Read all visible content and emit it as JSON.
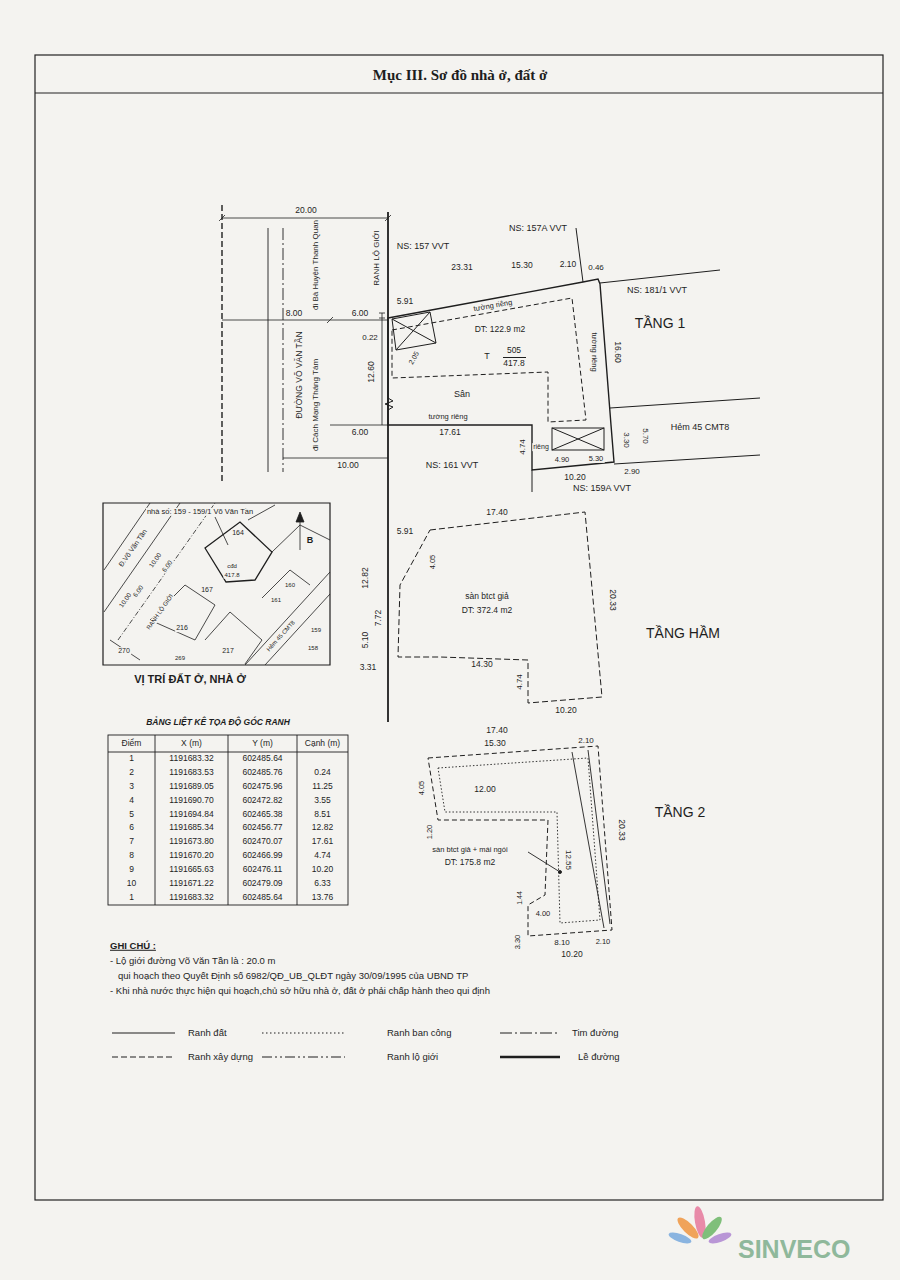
{
  "diagram": {
    "title": "Mục III. Sơ đồ nhà ở, đất ở",
    "nodes": [
      {
        "text": [
          "DT: 122.9 m2",
          "T",
          "505",
          "417.8",
          "Sân"
        ]
      },
      {
        "text": [
          "sàn btct giả",
          "DT: 372.4 m2"
        ]
      },
      {
        "text": [
          "sàn btct giả + mái ngói",
          "DT: 175.8 m2"
        ]
      },
      {
        "text": [
          "nhà số: 159 - 159/1 Võ Văn Tần",
          "VỊ TRÍ ĐẤT Ở, NHÀ Ở"
        ]
      }
    ],
    "labels": [
      "20.00",
      "8.00",
      "6.00",
      "0.22",
      "12.60",
      "6.00",
      "10.00",
      "đi Bà Huyện Thanh Quan",
      "ĐƯỜNG VÕ VĂN TẦN",
      "đi Cách Mạng Tháng Tám",
      "RANH LỘ GIỚI",
      "NS: 157 VVT",
      "NS: 157A VVT",
      "23.31",
      "15.30",
      "2.10",
      "0.46",
      "5.91",
      "tường riêng",
      "2.05",
      "tường riêng",
      "16.60",
      "NS: 181/1 VVT",
      "TẦNG 1",
      "Hẻm 45 CMT8",
      "3.30",
      "5.70",
      "tường riêng",
      "17.61",
      "4.74",
      "riêng",
      "4.90",
      "5.30",
      "2.90",
      "10.20",
      "NS: 161 VVT",
      "NS: 159A VVT",
      "5.91",
      "17.40",
      "4.05",
      "7.72",
      "12.82",
      "5.10",
      "20.33",
      "TẦNG HẦM",
      "3.31",
      "14.30",
      "4.74",
      "10.20",
      "17.40",
      "15.30",
      "2.10",
      "4.05",
      "12.00",
      "1.20",
      "20.33",
      "12.55",
      "1.44",
      "4.00",
      "3.30",
      "8.10",
      "2.10",
      "10.20",
      "TẦNG 2",
      "164",
      "B",
      "Đ.Võ Văn Tần",
      "10.00",
      "6.00",
      "10.00",
      "6.00",
      "167",
      "cđd",
      "417.8",
      "RANH LỘ GIỚI",
      "216",
      "160",
      "161",
      "159",
      "158",
      "Hẻm 45 CMT8",
      "217",
      "270",
      "269",
      "BẢNG LIỆT KÊ TỌA ĐỘ GÓC RANH",
      "GHI CHÚ :",
      "- Lộ giới đường Võ Văn Tần là : 20.0 m",
      "qui hoạch theo Quyết Định số 6982/QĐ_UB_QLĐT ngày 30/09/1995 của UBND TP",
      "- Khi nhà nước thực hiện qui hoạch,chủ sở hữu nhà ở, đất ở phải chấp hành theo qui định",
      "SINVECO",
      "Điểm",
      "X (m)",
      "Y (m)",
      "Cạnh (m)",
      "1",
      "1191683.32",
      "602485.64",
      "2",
      "1191683.53",
      "602485.76",
      "0.24",
      "3",
      "1191689.05",
      "602475.96",
      "11.25",
      "4",
      "1191690.70",
      "602472.82",
      "3.55",
      "5",
      "1191694.84",
      "602465.38",
      "8.51",
      "6",
      "1191685.34",
      "602456.77",
      "12.82",
      "7",
      "1191673.80",
      "602470.07",
      "17.61",
      "8",
      "1191670.20",
      "602466.99",
      "4.74",
      "9",
      "1191665.63",
      "602476.11",
      "10.20",
      "10",
      "1191671.22",
      "602479.09",
      "6.33",
      "1",
      "1191683.32",
      "602485.64",
      "13.76"
    ],
    "legend": [
      {
        "text": "Ranh đất"
      },
      {
        "text": "Ranh ban công"
      },
      {
        "text": "Tim đường"
      },
      {
        "text": "Ranh xây dựng"
      },
      {
        "text": "Ranh lộ giới"
      },
      {
        "text": "Lề đường"
      }
    ]
  }
}
